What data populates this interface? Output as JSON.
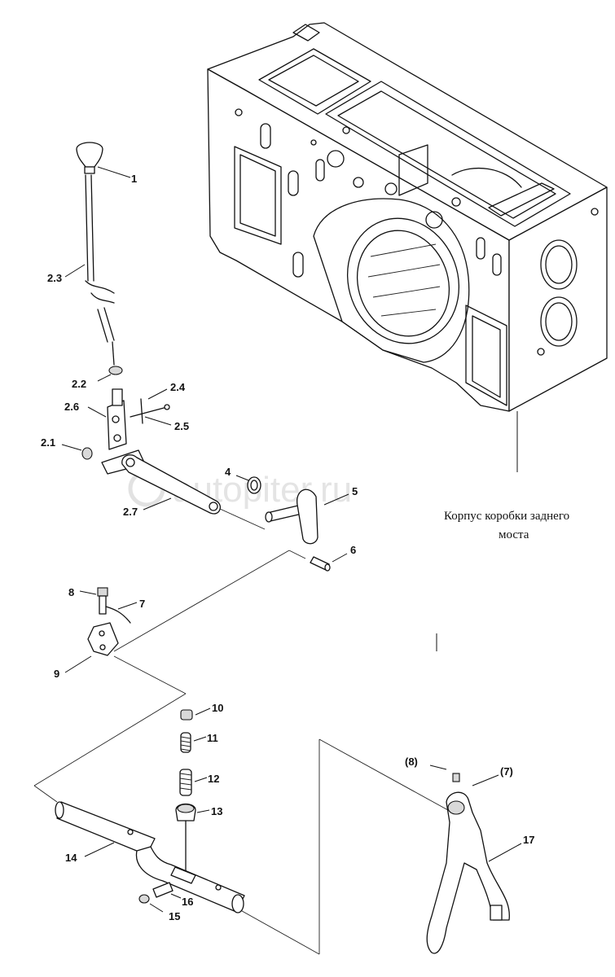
{
  "labels": {
    "p1": "1",
    "p2_3": "2.3",
    "p2_2": "2.2",
    "p2_4": "2.4",
    "p2_6": "2.6",
    "p2_5": "2.5",
    "p2_1": "2.1",
    "p2_7": "2.7",
    "p4": "4",
    "p5": "5",
    "p6": "6",
    "p8": "8",
    "p7": "7",
    "p9": "9",
    "p10": "10",
    "p11": "11",
    "p12": "12",
    "p13": "13",
    "p14": "14",
    "p16": "16",
    "p15": "15",
    "p8b": "(8)",
    "p7b": "(7)",
    "p17": "17"
  },
  "caption": {
    "line1": "Корпус коробки заднего",
    "line2": "моста"
  },
  "watermark": "autopiter.ru"
}
